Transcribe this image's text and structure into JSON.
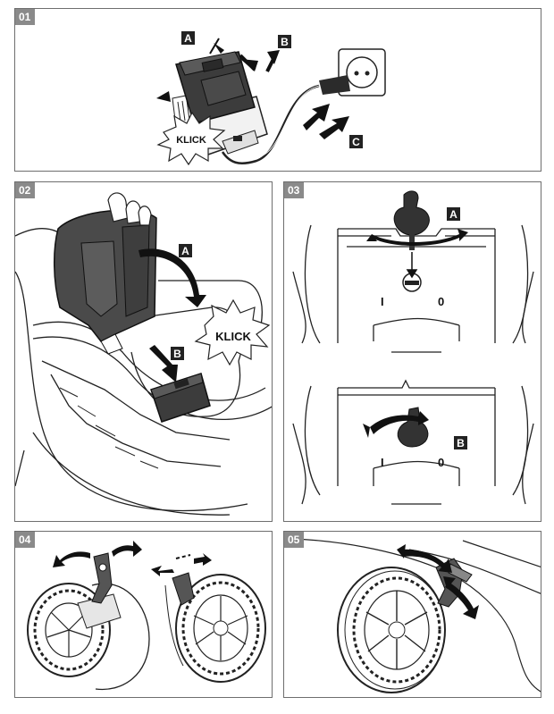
{
  "panels": {
    "p01": {
      "number": "01",
      "labels": {
        "a": "A",
        "b": "B",
        "c": "C"
      },
      "klick": "KLICK"
    },
    "p02": {
      "number": "02",
      "labels": {
        "a": "A",
        "b": "B"
      },
      "klick": "KLICK"
    },
    "p03": {
      "number": "03",
      "labels": {
        "a": "A",
        "b": "B"
      },
      "on": "I",
      "off": "0"
    },
    "p04": {
      "number": "04"
    },
    "p05": {
      "number": "05"
    }
  },
  "colors": {
    "border": "#6e6e6e",
    "badge": "#8a8a8a",
    "label_box": "#222222",
    "ink": "#1a1a1a",
    "battery": "#3c3c3c"
  }
}
